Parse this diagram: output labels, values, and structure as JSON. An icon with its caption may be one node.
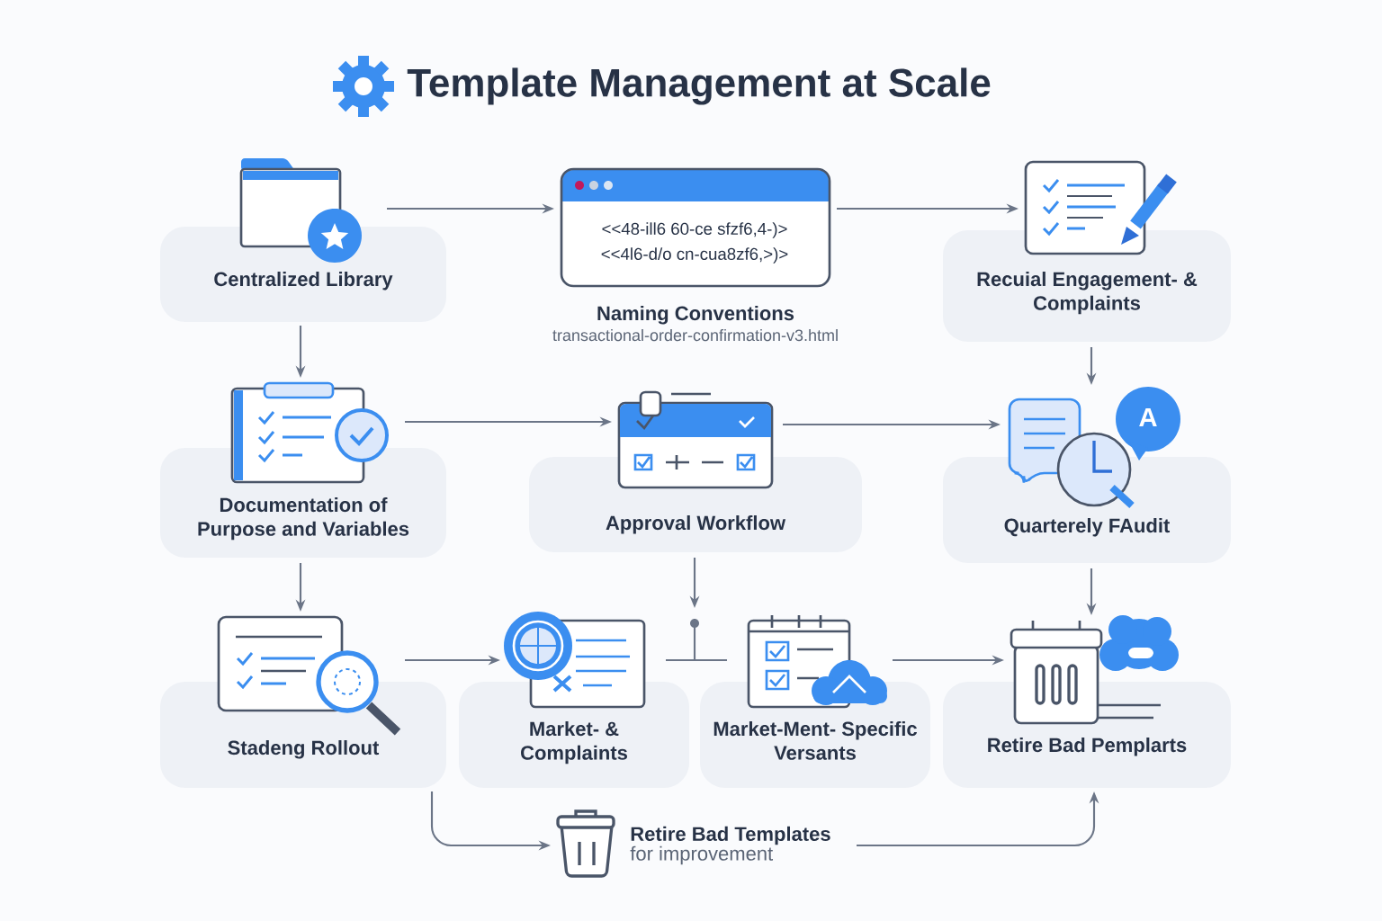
{
  "diagram": {
    "title": "Template Management at Scale",
    "nodes": [
      {
        "text": [
          "Centralized Library"
        ]
      },
      {
        "text": [
          "Naming Conventions",
          "transactional-order-confirmation-v3.html"
        ]
      },
      {
        "text": [
          "Recuial Engagement- & Complaints"
        ]
      },
      {
        "text": [
          "Documentation of Purpose and Variables"
        ]
      },
      {
        "text": [
          "Approval Workflow"
        ]
      },
      {
        "text": [
          "Quarterely FAudit"
        ]
      },
      {
        "text": [
          "Stadeng Rollout"
        ]
      },
      {
        "text": [
          "Market- & Complaints"
        ]
      },
      {
        "text": [
          "Market-Ment- Specific Versants"
        ]
      },
      {
        "text": [
          "Retire Bad Pemplarts"
        ]
      },
      {
        "text": [
          "Retire Bad Templates",
          "for improvement"
        ]
      }
    ],
    "edges": [
      {
        "from": 0,
        "to": 1,
        "arrow": "to"
      },
      {
        "from": 1,
        "to": 2,
        "arrow": "to"
      },
      {
        "from": 0,
        "to": 3,
        "arrow": "to"
      },
      {
        "from": 2,
        "to": 5,
        "arrow": "to"
      },
      {
        "from": 3,
        "to": 4,
        "arrow": "to"
      },
      {
        "from": 4,
        "to": 5,
        "arrow": "to"
      },
      {
        "from": 3,
        "to": 6,
        "arrow": "to"
      },
      {
        "from": 5,
        "to": 9,
        "arrow": "to"
      },
      {
        "from": 6,
        "to": 7,
        "arrow": "to"
      },
      {
        "from": 7,
        "to": 8,
        "arrow": "none"
      },
      {
        "from": 4,
        "to": null,
        "arrow": "to"
      },
      {
        "from": 8,
        "to": 9,
        "arrow": "to"
      },
      {
        "from": 6,
        "to": 10,
        "arrow": "to"
      },
      {
        "from": 10,
        "to": 9,
        "arrow": "to"
      }
    ],
    "labels": [
      "<<48-ill6 60-ce sfzf6,4-)>",
      "<<4l6-d/o cn-cua8zf6,>)>",
      "A"
    ]
  }
}
